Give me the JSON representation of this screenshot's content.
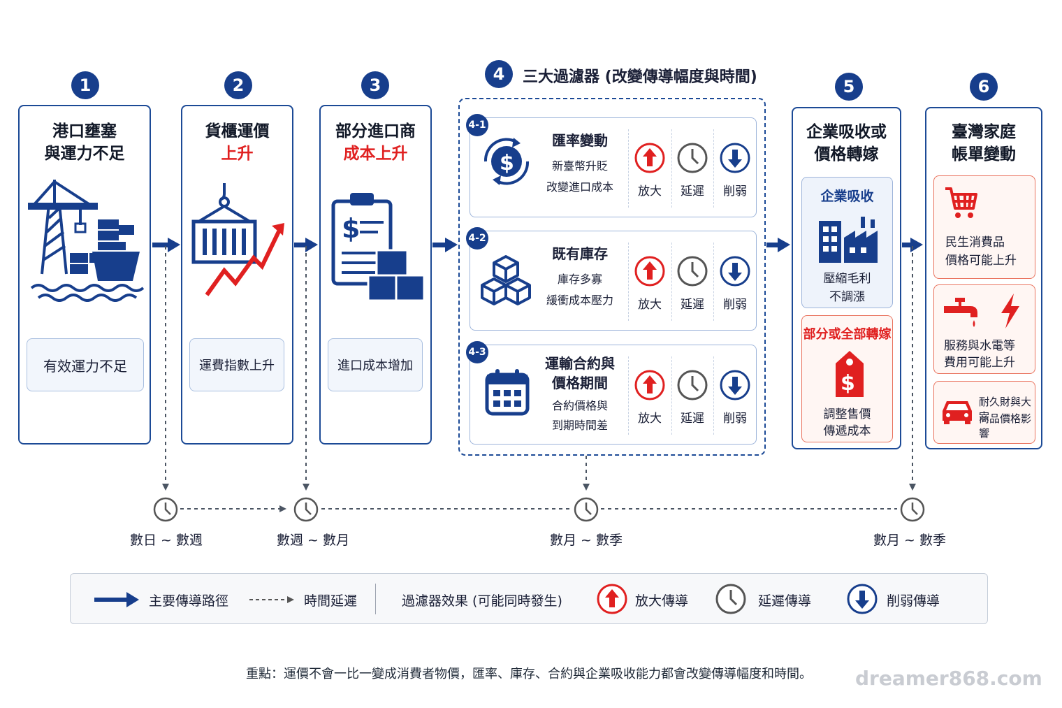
{
  "steps": [
    {
      "num": "1",
      "title_l1": "港口壅塞",
      "title_l2": "與運力不足",
      "note": "有效運力不足"
    },
    {
      "num": "2",
      "title_l1": "貨櫃運價",
      "title_l2": "上升",
      "note": "運費指數上升"
    },
    {
      "num": "3",
      "title_l1": "部分進口商",
      "title_l2": "成本上升",
      "note": "進口成本增加"
    },
    {
      "num": "4",
      "header": "三大過濾器 (改變傳導幅度與時間)"
    },
    {
      "num": "5",
      "title_l1": "企業吸收或",
      "title_l2": "價格轉嫁"
    },
    {
      "num": "6",
      "title_l1": "臺灣家庭",
      "title_l2": "帳單變動"
    }
  ],
  "filters": [
    {
      "tag": "4-1",
      "title": "匯率變動",
      "sub1": "新臺幣升貶",
      "sub2": "改變進口成本"
    },
    {
      "tag": "4-2",
      "title": "既有庫存",
      "sub1": "庫存多寡",
      "sub2": "緩衝成本壓力"
    },
    {
      "tag": "4-3",
      "title_l1": "運輸合約與",
      "title_l2": "價格期間",
      "sub1": "合約價格與",
      "sub2": "到期時間差"
    }
  ],
  "effects": {
    "amplify": "放大",
    "delay": "延遲",
    "weaken": "削弱"
  },
  "step5": {
    "absorb_title": "企業吸收",
    "absorb_l1": "壓縮毛利",
    "absorb_l2": "不調漲",
    "pass_title": "部分或全部轉嫁",
    "pass_l1": "調整售價",
    "pass_l2": "傳遞成本"
  },
  "step6": [
    {
      "l1": "民生消費品",
      "l2": "價格可能上升"
    },
    {
      "l1": "服務與水電等",
      "l2": "費用可能上升"
    },
    {
      "l1": "耐久財與大宗",
      "l2": "商品價格影響"
    }
  ],
  "timeline": [
    "數日 ~ 數週",
    "數週 ~ 數月",
    "數月 ~ 數季",
    "數月 ~ 數季"
  ],
  "legend": {
    "main_path": "主要傳導路徑",
    "time_delay": "時間延遲",
    "filter_effect": "過濾器效果 (可能同時發生)",
    "amplify": "放大傳導",
    "delay": "延遲傳導",
    "weaken": "削弱傳導"
  },
  "footer": "重點：運價不會一比一變成消費者物價，匯率、庫存、合約與企業吸收能力都會改變傳導幅度和時間。",
  "watermark": "dreamer868.com",
  "colors": {
    "navy": "#173e8c",
    "red": "#e02020",
    "border": "#1c4a96"
  }
}
